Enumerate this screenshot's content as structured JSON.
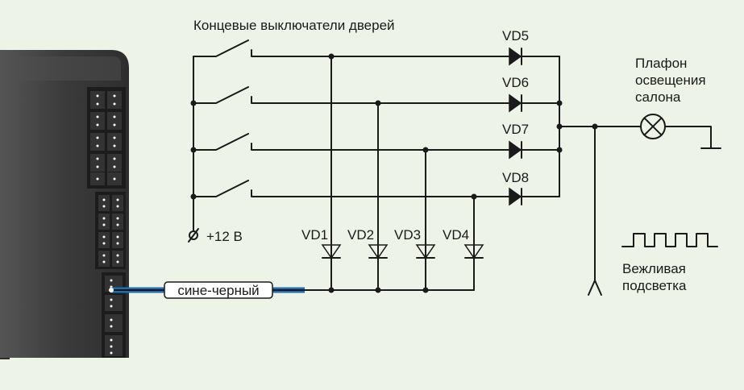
{
  "diagram": {
    "switches_title": "Концевые выключатели дверей",
    "power_label": "+12 В",
    "wire_label": "сине-черный",
    "lamp_label": [
      "Плафон",
      "освещения",
      "салона"
    ],
    "courtesy_label": [
      "Вежливая",
      "подсветка"
    ],
    "diodes": {
      "vd1": "VD1",
      "vd2": "VD2",
      "vd3": "VD3",
      "vd4": "VD4",
      "vd5": "VD5",
      "vd6": "VD6",
      "vd7": "VD7",
      "vd8": "VD8"
    }
  },
  "colors": {
    "background": "#eef3e7",
    "wire_blue": "#1a6fb5",
    "device_body": "#3c3c3c"
  }
}
